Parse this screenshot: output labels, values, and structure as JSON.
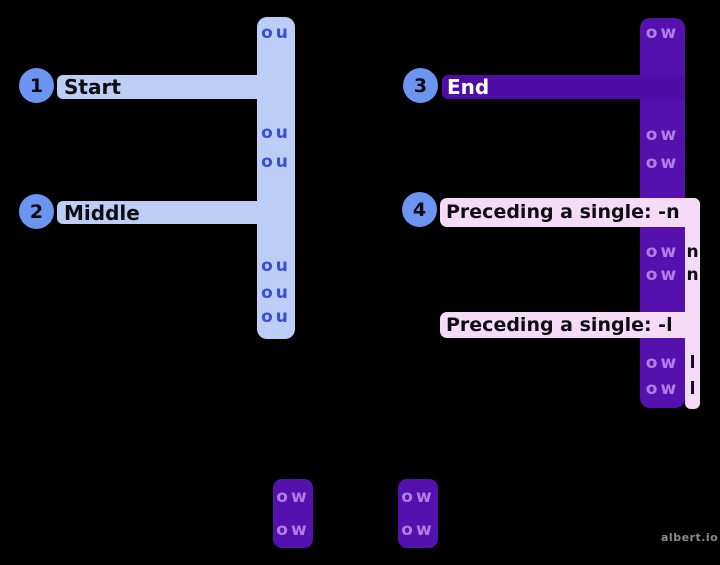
{
  "sections": [
    {
      "number": "1",
      "label": "Start"
    },
    {
      "number": "2",
      "label": "Middle"
    },
    {
      "number": "3",
      "label": "End"
    },
    {
      "number": "4",
      "label": "Preceding a single: -n"
    },
    {
      "number": "",
      "label": "Preceding a single: -l"
    }
  ],
  "ou_column": {
    "digraph": "ou",
    "letters": [
      "ou",
      "ou",
      "ou",
      "ou",
      "ou",
      "ou"
    ]
  },
  "ow_column": {
    "digraph": "ow",
    "letters": [
      "ow",
      "ow",
      "ow",
      "ow",
      "ow",
      "ow",
      "ow"
    ]
  },
  "ending_letters": {
    "n": [
      "n",
      "n"
    ],
    "l": [
      "l",
      "l"
    ]
  },
  "bottom_boxes": [
    {
      "letters": [
        "ow",
        "ow"
      ]
    },
    {
      "letters": [
        "ow",
        "ow"
      ]
    }
  ],
  "watermark": {
    "text": "albert.io"
  },
  "colors": {
    "background": "#000000",
    "light_blue": "#bccef6",
    "blue_text": "#3b4dd3",
    "badge_blue": "#6c94f1",
    "purple": "#5511ad",
    "purple_dark": "#4f0da6",
    "lilac_text": "#b17ee4",
    "pink": "#f5dbf7",
    "label_dark": "#0d0d12",
    "label_white": "#ffffff",
    "watermark_gray": "#8c8c8c"
  }
}
